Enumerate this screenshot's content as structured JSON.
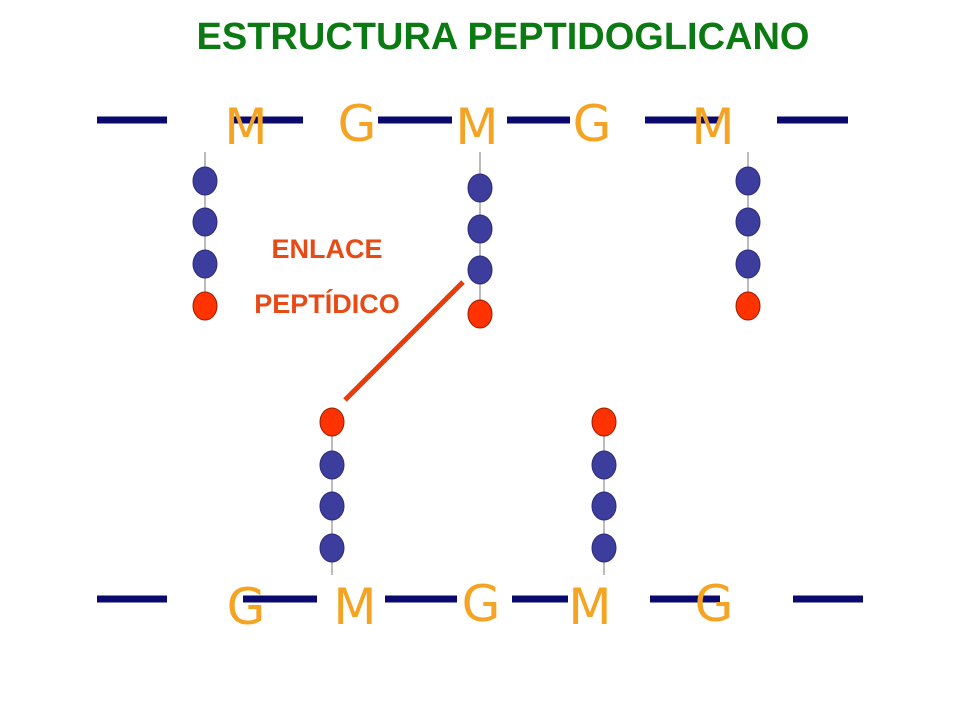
{
  "title": "ESTRUCTURA PEPTIDOGLICANO",
  "label": {
    "line1": "ENLACE",
    "line2": "PEPTÍDICO"
  },
  "top_chain": [
    "M",
    "G",
    "M",
    "G",
    "M"
  ],
  "bottom_chain": [
    "G",
    "M",
    "G",
    "M",
    "G"
  ],
  "colors": {
    "title": "#0b7a13",
    "sugar": "#f5a323",
    "chain": "#0a0a6e",
    "amino": "#3d3d9e",
    "terminal": "#ff3300",
    "bond": "#e63c0c",
    "label": "#e84a16"
  },
  "peptides": {
    "top_count": 3,
    "bottom_count": 2,
    "length": 4
  }
}
